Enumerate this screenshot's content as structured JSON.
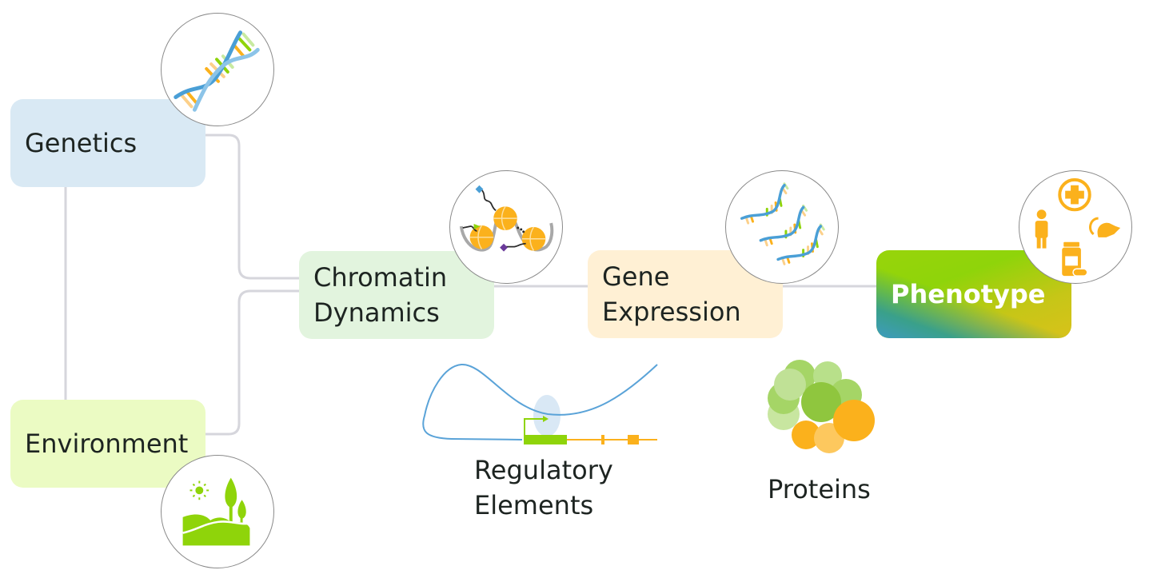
{
  "diagram": {
    "nodes": {
      "genetics": {
        "label": "Genetics",
        "color": "#d9e9f4",
        "icon": "dna-helix-icon"
      },
      "environment": {
        "label": "Environment",
        "color": "#ebfbc3",
        "icon": "landscape-icon"
      },
      "chromatin": {
        "label_line1": "Chromatin",
        "label_line2": "Dynamics",
        "color": "#e2f4de",
        "icon": "nucleosome-icon"
      },
      "gene_expression": {
        "label_line1": "Gene",
        "label_line2": "Expression",
        "color": "#fff0d4",
        "icon": "rna-strands-icon"
      },
      "phenotype": {
        "label": "Phenotype",
        "gradient": [
          "#3d9bc0",
          "#98d40a",
          "#d8c21a"
        ],
        "icon": "phenotype-icons"
      }
    },
    "annotations": {
      "regulatory": {
        "line1": "Regulatory",
        "line2": "Elements",
        "icon": "enhancer-loop-icon"
      },
      "proteins": {
        "label": "Proteins",
        "icon": "protein-cluster-icon"
      }
    },
    "edges": [
      {
        "from": "genetics",
        "to": "environment"
      },
      {
        "from": "genetics",
        "to": "chromatin"
      },
      {
        "from": "environment",
        "to": "chromatin"
      },
      {
        "from": "chromatin",
        "to": "gene_expression"
      },
      {
        "from": "gene_expression",
        "to": "phenotype"
      }
    ],
    "colors": {
      "connector": "#d6d6dc",
      "dna_blue": "#4a9fd6",
      "orange": "#fbb11c",
      "light_orange": "#fcd08a",
      "green": "#8fd40a",
      "light_green": "#c8eaa0",
      "purple": "#6a3a9a"
    }
  }
}
